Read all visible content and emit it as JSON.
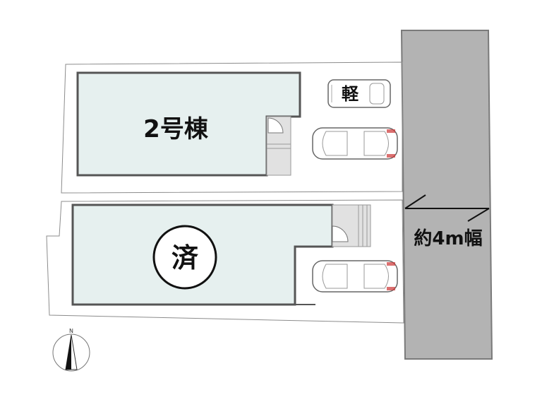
{
  "buildings": {
    "unit2": {
      "label": "2号棟"
    },
    "sold": {
      "label": "済"
    }
  },
  "parking": {
    "kei_label": "軽"
  },
  "road": {
    "width_label": "約4m幅"
  },
  "compass": {
    "north_label": "N"
  },
  "colors": {
    "building_fill": "#e6f0ef",
    "building_outline": "#555555",
    "road_fill": "#b3b3b3",
    "lot_line": "#888888",
    "porch_fill": "#e1e1e1"
  },
  "icons": [
    "car-icon",
    "small-car-icon",
    "door-icon",
    "compass-icon"
  ]
}
